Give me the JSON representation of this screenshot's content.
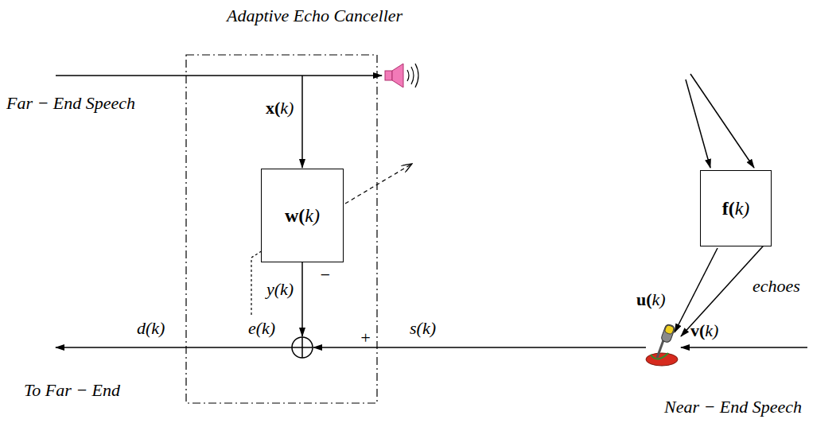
{
  "diagram": {
    "nodes": [
      {
        "text": [
          "Adaptive Echo Canceller"
        ]
      },
      {
        "text": [
          "w(k)"
        ],
        "in": 0
      },
      {
        "text": [
          "f(k)"
        ]
      }
    ],
    "labels": [
      "Far − End Speech",
      "x(k)",
      "y(k)",
      "−",
      "+",
      "d(k)",
      "e(k)",
      "s(k)",
      "u(k)",
      "echoes",
      "v(k)",
      "To Far − End",
      "Near − End Speech"
    ]
  }
}
